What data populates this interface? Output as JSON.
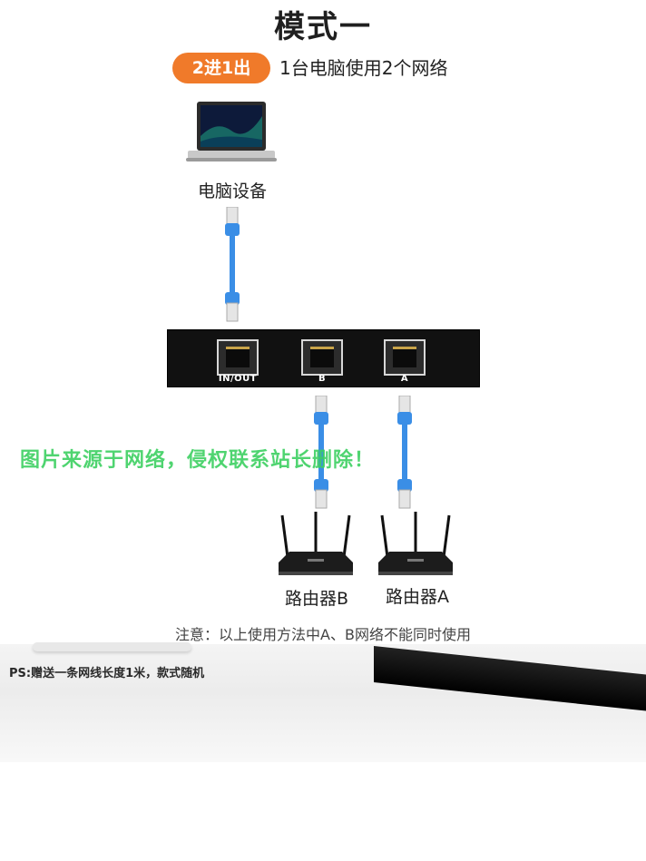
{
  "page": {
    "title": "模式一",
    "mode_badge": "2进1出",
    "subtitle": "1台电脑使用2个网络",
    "computer_label": "电脑设备",
    "ports": [
      {
        "label": "IN/OUT"
      },
      {
        "label": "B"
      },
      {
        "label": "A"
      }
    ],
    "routers": [
      {
        "label": "路由器B"
      },
      {
        "label": "路由器A"
      }
    ],
    "watermark": "图片来源于网络，侵权联系站长删除！",
    "note": "注意：以上使用方法中A、B网络不能同时使用",
    "ps_note": "PS:赠送一条网线长度1米，款式随机"
  },
  "colors": {
    "badge": "#f07a2a",
    "cable": "#3a8ee6",
    "watermark": "#3cd061",
    "switch": "#111111"
  }
}
